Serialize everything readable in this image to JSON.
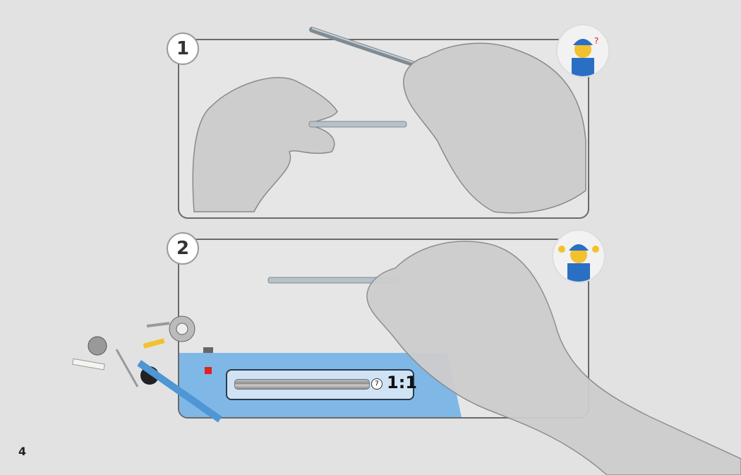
{
  "steps": [
    {
      "number": "1"
    },
    {
      "number": "2"
    }
  ],
  "callout": {
    "length": "7",
    "scale": "1:1"
  },
  "page_number": "4",
  "colors": {
    "blue": "#7fb8e6",
    "panel_border": "#6a6a6a",
    "hand": "#cdcdcd"
  }
}
